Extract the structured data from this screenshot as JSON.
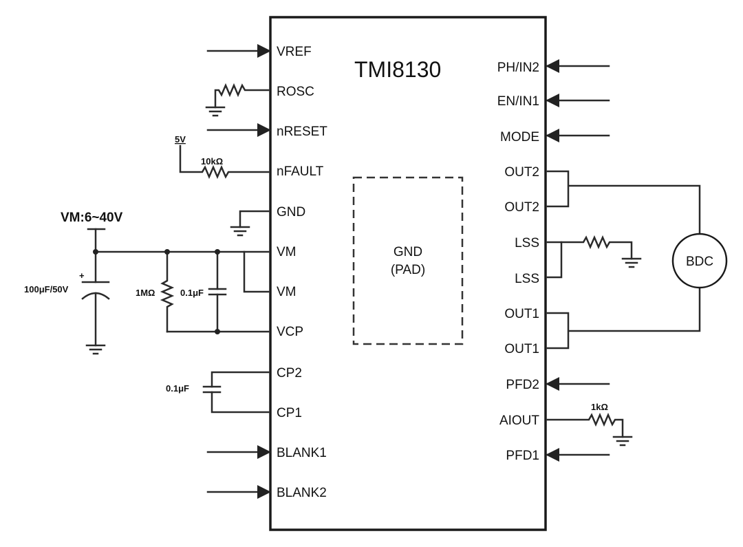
{
  "chip": {
    "name": "TMI8130",
    "pad_line1": "GND",
    "pad_line2": "(PAD)"
  },
  "left_pins": [
    "VREF",
    "ROSC",
    "nRESET",
    "nFAULT",
    "GND",
    "VM",
    "VM",
    "VCP",
    "CP2",
    "CP1",
    "BLANK1",
    "BLANK2"
  ],
  "right_pins": [
    "PH/IN2",
    "EN/IN1",
    "MODE",
    "OUT2",
    "OUT2",
    "LSS",
    "LSS",
    "OUT1",
    "OUT1",
    "PFD2",
    "AIOUT",
    "PFD1"
  ],
  "components": {
    "supply_5v": "5V",
    "r_pullup": "10kΩ",
    "vm_supply": "VM:6~40V",
    "c_bulk": "100μF/50V",
    "c_bulk_polarity": "+",
    "r_1m": "1MΩ",
    "c_vcp": "0.1μF",
    "c_cp": "0.1μF",
    "r_aiout": "1kΩ",
    "motor": "BDC"
  }
}
